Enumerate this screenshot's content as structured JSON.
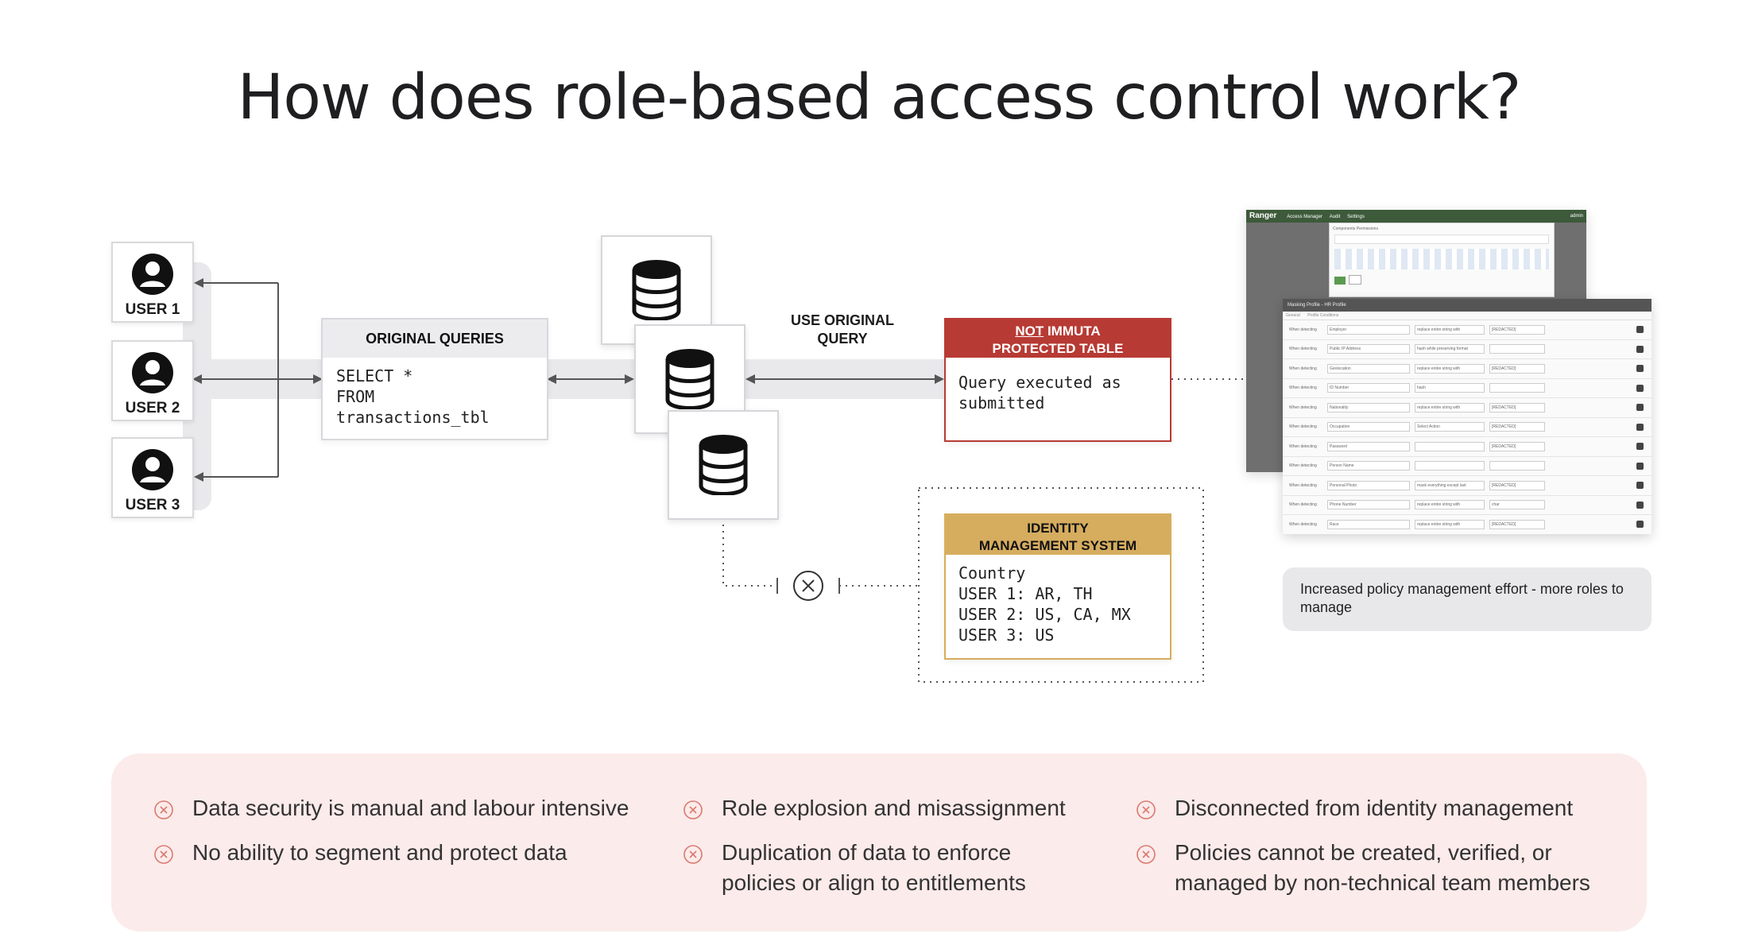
{
  "title": "How does role-based access control work?",
  "users": [
    {
      "label": "USER 1"
    },
    {
      "label": "USER 2"
    },
    {
      "label": "USER 3"
    }
  ],
  "original_queries": {
    "heading": "ORIGINAL QUERIES",
    "sql": "SELECT *\nFROM\ntransactions_tbl"
  },
  "flow_label": "USE ORIGINAL\nQUERY",
  "protected_table": {
    "heading_not": "NOT",
    "heading_rest": " IMMUTA",
    "heading_line2": "PROTECTED TABLE",
    "body": "Query executed as\nsubmitted"
  },
  "identity_system": {
    "heading": "IDENTITY\nMANAGEMENT SYSTEM",
    "body": "Country\nUSER 1: AR, TH\nUSER 2: US, CA, MX\nUSER 3: US"
  },
  "screenshot": {
    "app_name": "Ranger",
    "nav": [
      "Access Manager",
      "Audit",
      "Settings"
    ],
    "user": "admin",
    "dialog_title": "Components Permissions",
    "panel_title": "Masking Profile - HR Profile",
    "tabs": [
      "General",
      "Profile Conditions"
    ],
    "rows": [
      {
        "field": "Employer",
        "action": "replace entire string with",
        "value": "[REDACTED]"
      },
      {
        "field": "Public IP Address",
        "action": "hash while preserving format",
        "value": ""
      },
      {
        "field": "Geolocation",
        "action": "replace entire string with",
        "value": "[REDACTED]"
      },
      {
        "field": "ID Number",
        "action": "hash",
        "value": ""
      },
      {
        "field": "Nationality",
        "action": "replace entire string with",
        "value": "[REDACTED]"
      },
      {
        "field": "Occupation",
        "action": "Select Action",
        "value": "[REDACTED]"
      },
      {
        "field": "Password",
        "action": "",
        "value": "[REDACTED]"
      },
      {
        "field": "Person Name",
        "action": "",
        "value": ""
      },
      {
        "field": "Personal Photo",
        "action": "mask everything except last",
        "value": "[REDACTED]"
      },
      {
        "field": "Phone Number",
        "action": "replace entire string with",
        "value": "char"
      },
      {
        "field": "Race",
        "action": "replace entire string with",
        "value": "[REDACTED]"
      }
    ],
    "row_prefix": "When detecting"
  },
  "callout": "Increased policy management effort - more roles to manage",
  "issues": [
    {
      "text": "Data security is manual and labour intensive"
    },
    {
      "text": "No ability to segment and protect data"
    },
    {
      "text": "Role explosion and misassignment"
    },
    {
      "text": "Duplication of data to enforce policies or align to entitlements"
    },
    {
      "text": "Disconnected from identity management"
    },
    {
      "text": "Policies cannot be created, verified, or managed by non-technical team members"
    }
  ],
  "colors": {
    "red": "#b73a34",
    "gold": "#d6ad5f",
    "panel": "#fbebea",
    "icon_red": "#d97a70"
  }
}
